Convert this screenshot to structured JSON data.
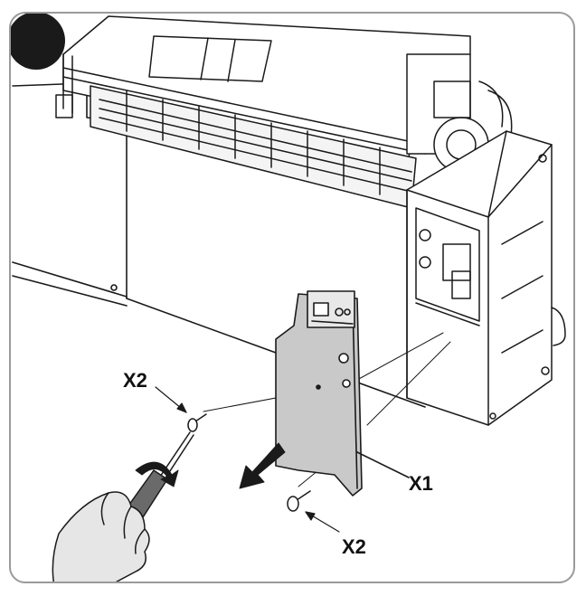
{
  "labels": {
    "x2_left": "X2",
    "x1": "X1",
    "x2_right": "X2"
  },
  "colors": {
    "frame": "#9a9a9a",
    "line": "#1a1a1a",
    "panel_fill": "#c9c9c9",
    "hand_fill": "#e6e6e6",
    "step_badge": "#1a1a1a"
  },
  "icons": {
    "step_badge": "step-number-badge",
    "direction_arrow": "pull-direction-arrow",
    "rotation_arrow": "rotate-arrow-icon"
  }
}
